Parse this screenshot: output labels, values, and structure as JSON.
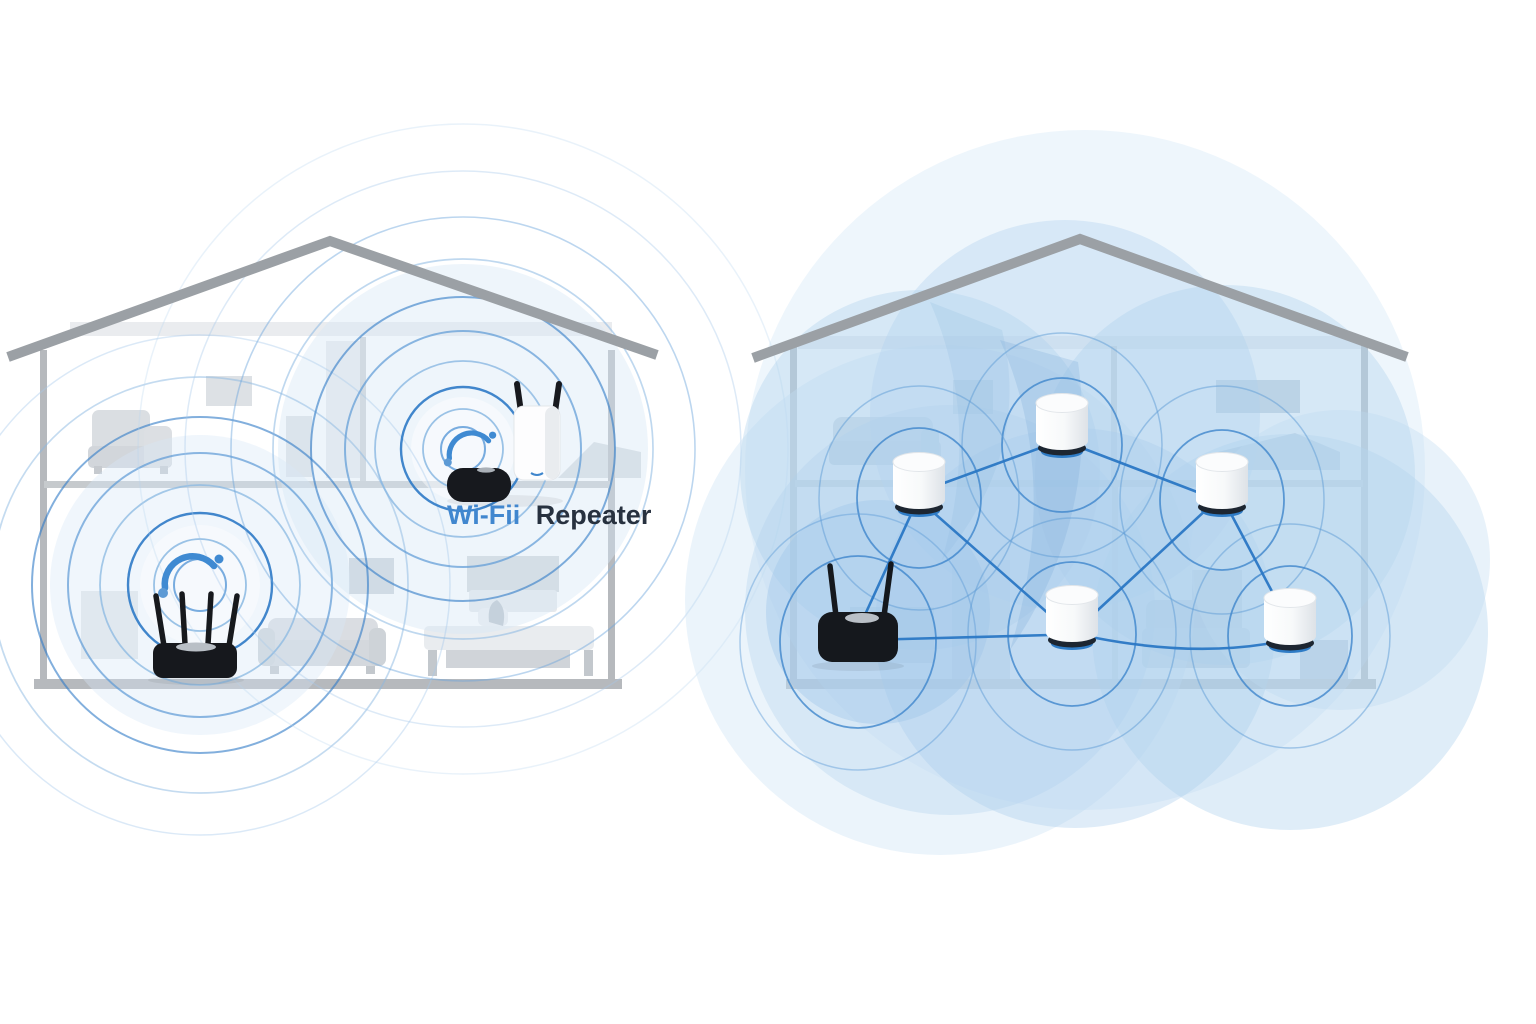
{
  "left_panel": {
    "name": "wifi-repeater-house",
    "label": {
      "primary": "Wi-Fii",
      "secondary": "Repeater"
    },
    "router": {
      "type": "wireless-router",
      "antenna_count": 4,
      "floor": "ground"
    },
    "repeater_pod": {
      "type": "repeater-base-unit",
      "floor": "upper"
    },
    "wall_plug_extender": {
      "type": "wall-plug-repeater",
      "antenna_count": 2,
      "floor": "upper"
    },
    "signal_ring_sets": [
      {
        "center": "ground-floor-router",
        "ring_count": 8
      },
      {
        "center": "upper-floor-repeater",
        "ring_count": 10
      }
    ]
  },
  "right_panel": {
    "name": "mesh-network-house",
    "router": {
      "type": "wireless-router",
      "antenna_count": 2,
      "floor": "ground"
    },
    "mesh_nodes": [
      {
        "id": "node-top-center"
      },
      {
        "id": "node-upper-left"
      },
      {
        "id": "node-upper-right"
      },
      {
        "id": "node-lower-center"
      },
      {
        "id": "node-lower-right"
      }
    ],
    "links": [
      [
        "router",
        "node-upper-left"
      ],
      [
        "router",
        "node-lower-center"
      ],
      [
        "node-upper-left",
        "node-top-center"
      ],
      [
        "node-top-center",
        "node-upper-right"
      ],
      [
        "node-upper-left",
        "node-lower-center"
      ],
      [
        "node-lower-center",
        "node-upper-right"
      ],
      [
        "node-lower-center",
        "node-lower-right"
      ],
      [
        "node-upper-right",
        "node-lower-right"
      ]
    ]
  },
  "colors": {
    "signal_blue": "#2e7ac6",
    "light_blue": "#8ab8e2",
    "label_blue": "#4187cf",
    "label_dark": "#27313f",
    "structure_gray": "#9ba0a5",
    "wall_gray": "#b6b9bd",
    "furniture_gray": "#d6dade",
    "coverage_fill": "#aecdeb",
    "device_black": "#16181d",
    "node_white": "#ffffff"
  }
}
